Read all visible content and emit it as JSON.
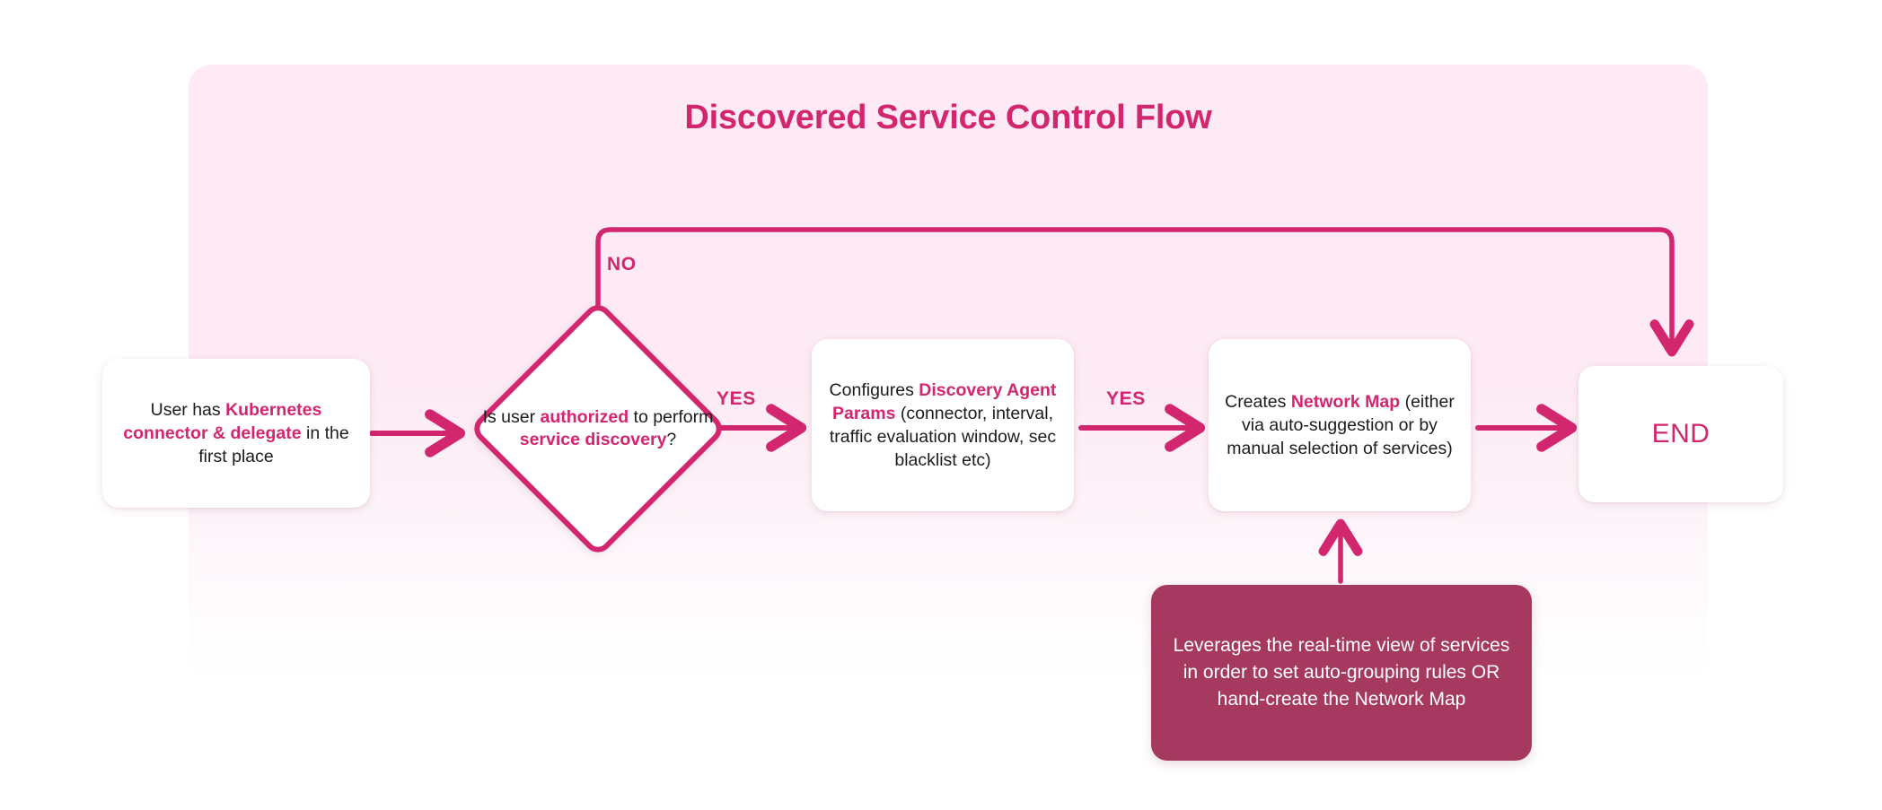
{
  "diagram": {
    "title": "Discovered Service Control Flow",
    "type": "flowchart",
    "colors": {
      "accent": "#d2266f",
      "panel_background": "#fdeaf4",
      "note_background": "#a6395f",
      "node_background": "#ffffff",
      "body_text": "#1b1b1b",
      "note_text": "#ffffff",
      "page_background": "#ffffff"
    },
    "nodes": [
      {
        "id": "start",
        "shape": "rounded-rect",
        "segments": [
          {
            "text": "User has ",
            "emphasis": false
          },
          {
            "text": "Kubernetes connector & delegate",
            "emphasis": true
          },
          {
            "text": " in the first place",
            "emphasis": false
          }
        ],
        "plain_text": "User has Kubernetes connector & delegate in the first place"
      },
      {
        "id": "decision",
        "shape": "diamond",
        "segments": [
          {
            "text": "Is user ",
            "emphasis": false
          },
          {
            "text": "authorized",
            "emphasis": true
          },
          {
            "text": " to perform ",
            "emphasis": false
          },
          {
            "text": "service discovery",
            "emphasis": true
          },
          {
            "text": "?",
            "emphasis": false
          }
        ],
        "plain_text": "Is user authorized to perform service discovery?"
      },
      {
        "id": "config",
        "shape": "rounded-rect",
        "segments": [
          {
            "text": "Configures ",
            "emphasis": false
          },
          {
            "text": "Discovery Agent Params",
            "emphasis": true
          },
          {
            "text": " (connector, interval, traffic evaluation window, sec blacklist etc)",
            "emphasis": false
          }
        ],
        "plain_text": "Configures Discovery Agent Params (connector, interval, traffic evaluation window, sec blacklist etc)"
      },
      {
        "id": "netmap",
        "shape": "rounded-rect",
        "segments": [
          {
            "text": "Creates ",
            "emphasis": false
          },
          {
            "text": "Network Map",
            "emphasis": true
          },
          {
            "text": " (either via auto-suggestion or by manual selection of services)",
            "emphasis": false
          }
        ],
        "plain_text": "Creates Network Map (either via auto-suggestion or by manual selection of services)"
      },
      {
        "id": "end",
        "shape": "rounded-rect",
        "label": "END"
      },
      {
        "id": "note",
        "shape": "rounded-rect-filled",
        "label": "Leverages the real-time view of services in order to set auto-grouping rules OR hand-create the Network Map"
      }
    ],
    "edges": [
      {
        "id": "start-to-decision",
        "from": "start",
        "to": "decision",
        "label": ""
      },
      {
        "id": "decision-no-to-end",
        "from": "decision",
        "to": "end",
        "label": "NO"
      },
      {
        "id": "decision-yes-to-config",
        "from": "decision",
        "to": "config",
        "label": "YES"
      },
      {
        "id": "config-to-netmap",
        "from": "config",
        "to": "netmap",
        "label": "YES"
      },
      {
        "id": "netmap-to-end",
        "from": "netmap",
        "to": "end",
        "label": ""
      },
      {
        "id": "note-to-netmap",
        "from": "note",
        "to": "netmap",
        "label": ""
      }
    ]
  }
}
